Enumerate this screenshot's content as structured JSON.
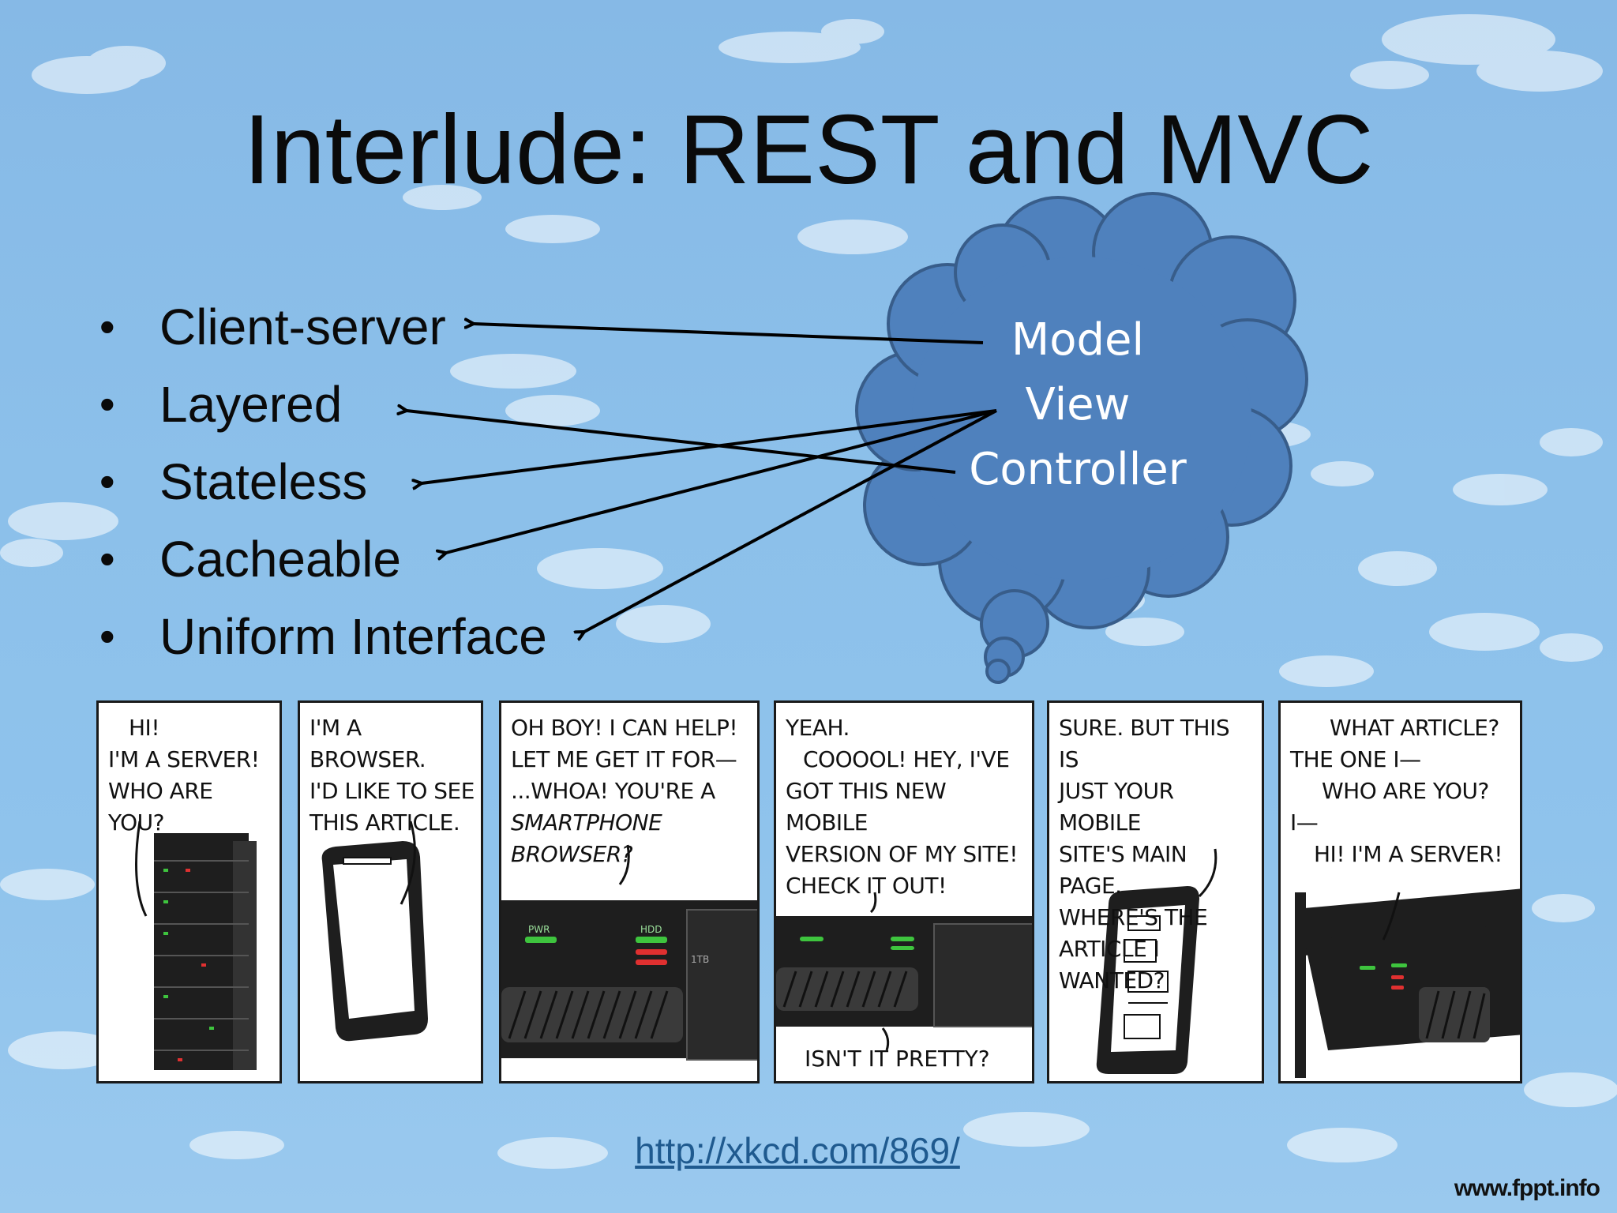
{
  "slide": {
    "title": "Interlude: REST and MVC",
    "bullets": [
      "Client-server",
      "Layered",
      "Stateless",
      "Cacheable",
      "Uniform Interface"
    ],
    "cloud_lines": [
      "Model",
      "View",
      "Controller"
    ],
    "link": "http://xkcd.com/869/",
    "credit": "www.fppt.info"
  },
  "comic": {
    "panels": [
      {
        "lines": [
          "HI!",
          "I'M A SERVER!",
          "WHO ARE YOU?"
        ]
      },
      {
        "lines": [
          "I'M A BROWSER.",
          "I'D LIKE TO SEE",
          "THIS ARTICLE."
        ]
      },
      {
        "lines": [
          "OH BOY! I CAN HELP!",
          "LET ME GET IT FOR—",
          "...WHOA! YOU'RE A",
          "SMARTPHONE BROWSER?"
        ]
      },
      {
        "lines": [
          "YEAH.",
          "COOOOL! HEY, I'VE",
          "GOT THIS NEW MOBILE",
          "VERSION OF MY SITE!",
          "CHECK IT OUT!"
        ],
        "bottom": "ISN'T IT PRETTY?"
      },
      {
        "lines": [
          "SURE. BUT THIS IS",
          "JUST YOUR MOBILE",
          "SITE'S MAIN PAGE.",
          "WHERE'S THE",
          "ARTICLE I WANTED?"
        ]
      },
      {
        "lines": [
          "WHAT ARTICLE?",
          "THE ONE I—",
          "WHO ARE YOU?",
          "I—",
          "HI! I'M A SERVER!"
        ]
      }
    ],
    "device_labels": [
      "PWR",
      "HDD",
      "1TB"
    ]
  },
  "colors": {
    "sky": "#8cc0ea",
    "cloud_fill": "#4f81bd",
    "cloud_stroke": "#385d8a",
    "link": "#1f5a8f",
    "led_green": "#3ec43e",
    "led_red": "#e03030"
  }
}
